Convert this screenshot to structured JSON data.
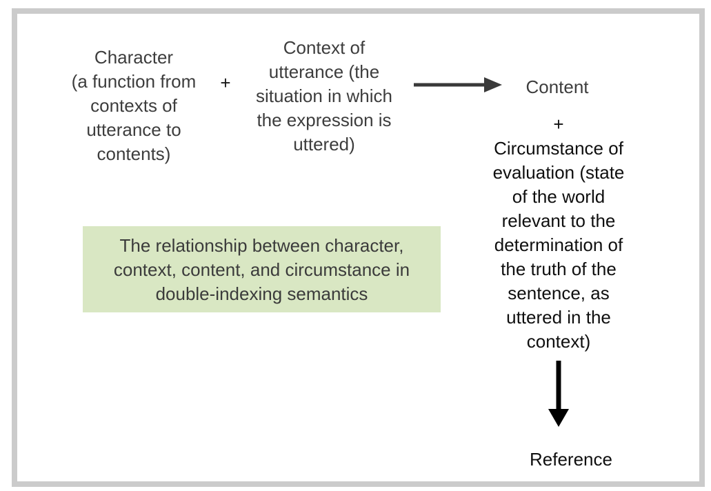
{
  "diagram": {
    "title_caption": {
      "lines": [
        "The relationship between character,",
        "context, content, and circumstance in",
        "double-indexing semantics"
      ],
      "background_color": "#d9e7c3",
      "text_color": "#3b3b3b"
    },
    "character_block": {
      "lines": [
        "Character",
        "(a function from",
        "contexts of",
        "utterance to",
        "contents)"
      ],
      "text_color": "#3d3d3d"
    },
    "plus_between_character_and_context": "+",
    "context_block": {
      "lines": [
        "Context of",
        "utterance (the",
        "situation in which",
        "the expression is",
        "uttered)"
      ],
      "text_color": "#3d3d3d"
    },
    "content_label": "Content",
    "circumstance_block": {
      "lines": [
        "+",
        "Circumstance of",
        "evaluation (state",
        "of the world",
        "relevant to the",
        "determination of",
        "the truth of the",
        "sentence, as",
        "uttered in the",
        "context)"
      ],
      "text_color": "#0f0f0f"
    },
    "reference_label": "Reference",
    "icons": {
      "right_arrow": "right-arrow-icon",
      "down_arrow": "down-arrow-icon"
    },
    "colors": {
      "frame_border": "#cbcbcb",
      "right_arrow": "#3a3a3a",
      "down_arrow": "#000000",
      "background": "#ffffff"
    }
  }
}
